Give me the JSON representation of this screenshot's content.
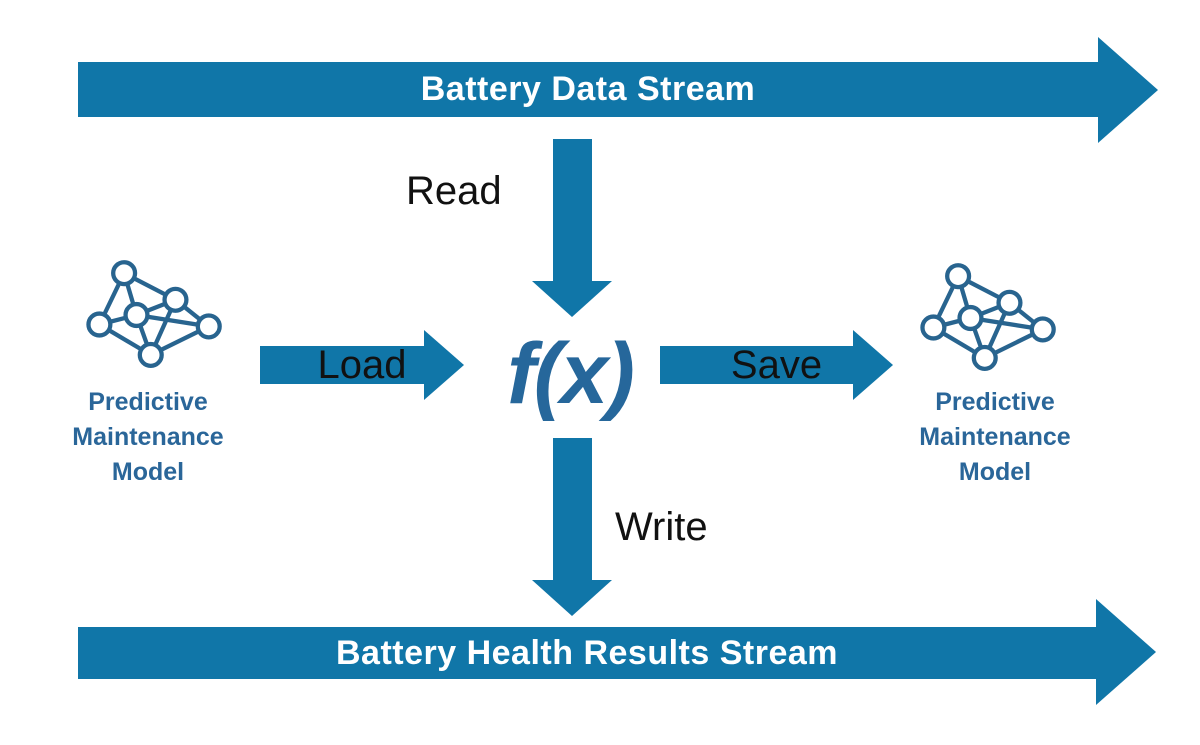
{
  "colors": {
    "arrow_blue": "#1076a8",
    "dark_blue": "#2a6699",
    "fx_blue": "#26679b",
    "label_black": "#111111",
    "banner_text_white": "#ffffff"
  },
  "streams": {
    "top": {
      "label": "Battery Data Stream"
    },
    "bottom": {
      "label": "Battery Health Results Stream"
    }
  },
  "operations": {
    "read": "Read",
    "write": "Write",
    "load": "Load",
    "save": "Save"
  },
  "function": {
    "label": "f(x)"
  },
  "models": {
    "left": {
      "lines": [
        "Predictive",
        "Maintenance",
        "Model"
      ]
    },
    "right": {
      "lines": [
        "Predictive",
        "Maintenance",
        "Model"
      ]
    }
  },
  "icons": {
    "model": "neural-network-icon"
  }
}
